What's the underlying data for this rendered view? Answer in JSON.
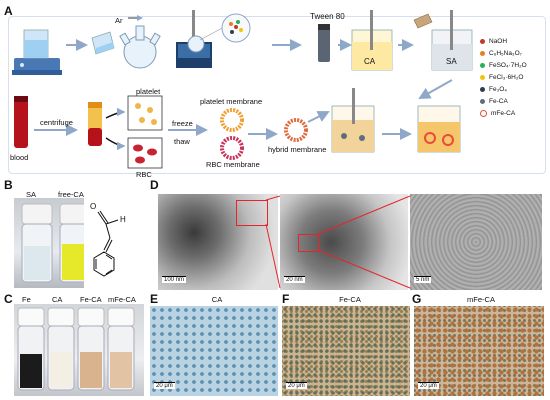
{
  "panel_labels": {
    "a": "A",
    "b": "B",
    "c": "C",
    "d": "D",
    "e": "E",
    "f": "F",
    "g": "G"
  },
  "panel_a": {
    "ar_label": "Ar",
    "tween_label": "Tween 80",
    "ca_label": "CA",
    "sa_label": "SA",
    "blood_label": "blood",
    "centrifuge_label": "centrifuge",
    "platelet_label": "platelet",
    "rbc_label": "RBC",
    "platelet_membrane_label": "platelet membrane",
    "freeze_label": "freeze",
    "thaw_label": "thaw",
    "rbc_membrane_label": "RBC membrane",
    "hybrid_membrane_label": "hybrid membrane",
    "legend": [
      {
        "label": "NaOH",
        "color": "#c0392b"
      },
      {
        "label": "C₆H₅Na₃O₇",
        "color": "#e67e22"
      },
      {
        "label": "FeSO₄·7H₂O",
        "color": "#27ae60"
      },
      {
        "label": "FeCl₃·6H₂O",
        "color": "#f1c40f"
      },
      {
        "label": "Fe₃O₄",
        "color": "#2c3e50"
      },
      {
        "label": "Fe-CA",
        "color": "#5d6d7e"
      },
      {
        "label": "mFe-CA",
        "color": "#e74c3c"
      }
    ]
  },
  "panel_b": {
    "sa_label": "SA",
    "free_ca_label": "free-CA",
    "structure_o": "O",
    "structure_h": "H"
  },
  "panel_c": {
    "fe_label": "Fe",
    "ca_label": "CA",
    "feca_label": "Fe-CA",
    "mfeca_label": "mFe-CA"
  },
  "panel_d": {
    "scale1": "100 nm",
    "scale2": "20 nm",
    "scale3": "5 nm"
  },
  "panel_e": {
    "title": "CA",
    "scale": "20 μm"
  },
  "panel_f": {
    "title": "Fe-CA",
    "scale": "20 μm"
  },
  "panel_g": {
    "title": "mFe-CA",
    "scale": "20 μm"
  },
  "colors": {
    "arrow": "#8fa7c9",
    "frame": "#b9c9dc",
    "zoom_box": "#e3262b"
  }
}
